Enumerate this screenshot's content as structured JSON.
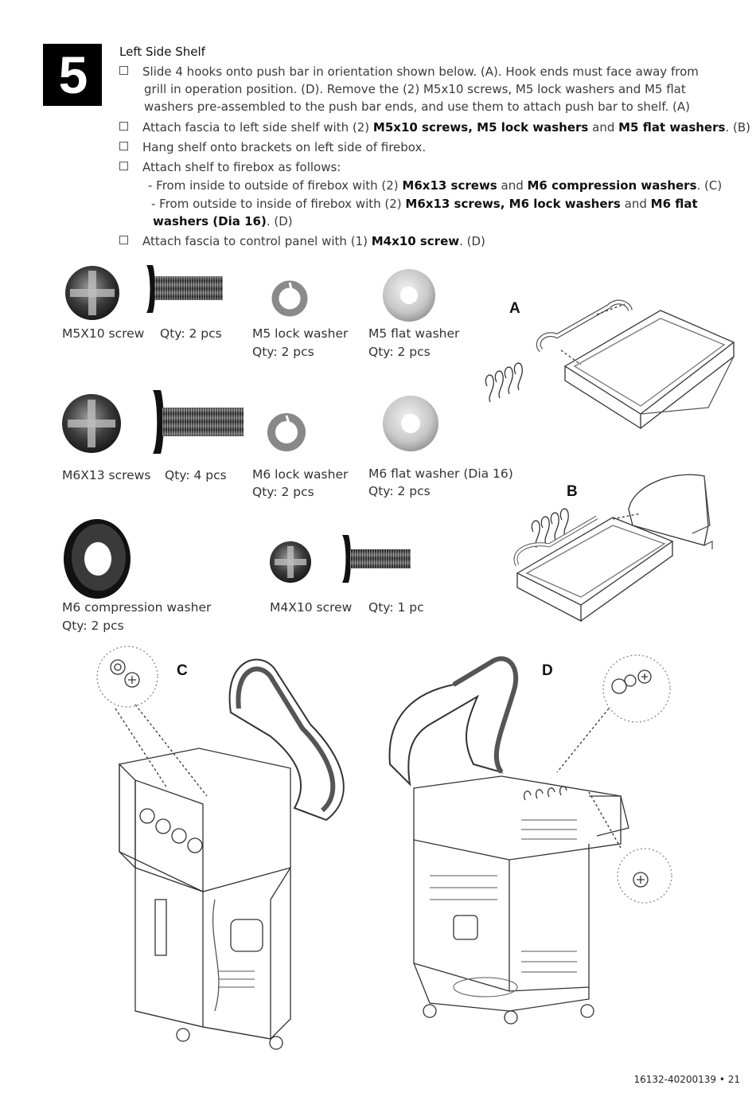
{
  "step": {
    "number": "5",
    "title": "Left Side Shelf"
  },
  "instructions": {
    "i1": {
      "line1": "Slide 4 hooks onto push bar in orientation shown below. (A). Hook ends must face away from",
      "line2": "grill in operation position. (D). Remove the (2) M5x10 screws, M5 lock washers and M5 flat",
      "line3": "washers pre-assembled to the push bar ends, and use them to attach push bar to shelf. (A)"
    },
    "i2": {
      "pre": "Attach fascia to left side shelf with (2) ",
      "b1": "M5x10 screws, M5 lock washers",
      "mid": " and ",
      "b2": "M5 flat washers",
      "post": ". (B)"
    },
    "i3": {
      "text": "Hang shelf onto brackets on left side of firebox."
    },
    "i4": {
      "text": "Attach shelf to firebox as follows:"
    },
    "i4a": {
      "pre": "- From inside to outside of firebox with (2) ",
      "b1": "M6x13 screws",
      "mid": " and ",
      "b2": "M6 compression washers",
      "post": ". (C)"
    },
    "i4b": {
      "pre": "- From outside to inside of firebox with (2) ",
      "b1": "M6x13 screws, M6 lock washers",
      "mid": " and ",
      "b2": "M6 flat",
      "line2_b": "washers (Dia 16)",
      "line2_post": ". (D)"
    },
    "i5": {
      "pre": "Attach fascia to control panel with (1) ",
      "b1": "M4x10 screw",
      "post": ". (D)"
    }
  },
  "parts": {
    "m5_screw": {
      "name": "M5X10 screw",
      "qty": "Qty: 2 pcs"
    },
    "m5_lock": {
      "name": "M5 lock washer",
      "qty": "Qty: 2 pcs"
    },
    "m5_flat": {
      "name": "M5 flat washer",
      "qty": "Qty: 2 pcs"
    },
    "m6_screw": {
      "name": "M6X13 screws",
      "qty": "Qty: 4 pcs"
    },
    "m6_lock": {
      "name": "M6 lock washer",
      "qty": "Qty: 2 pcs"
    },
    "m6_flat": {
      "name": "M6 flat washer (Dia 16)",
      "qty": "Qty: 2 pcs"
    },
    "m6_comp": {
      "name": "M6 compression washer",
      "qty": "Qty: 2 pcs"
    },
    "m4_screw": {
      "name": "M4X10 screw",
      "qty": "Qty: 1 pc"
    }
  },
  "figures": {
    "a": "A",
    "b": "B",
    "c": "C",
    "d": "D"
  },
  "footer": {
    "code": "16132-40200139 • 21"
  },
  "colors": {
    "ink": "#1a1a1a",
    "badge": "#000000",
    "metal": "#c8c8c8"
  }
}
